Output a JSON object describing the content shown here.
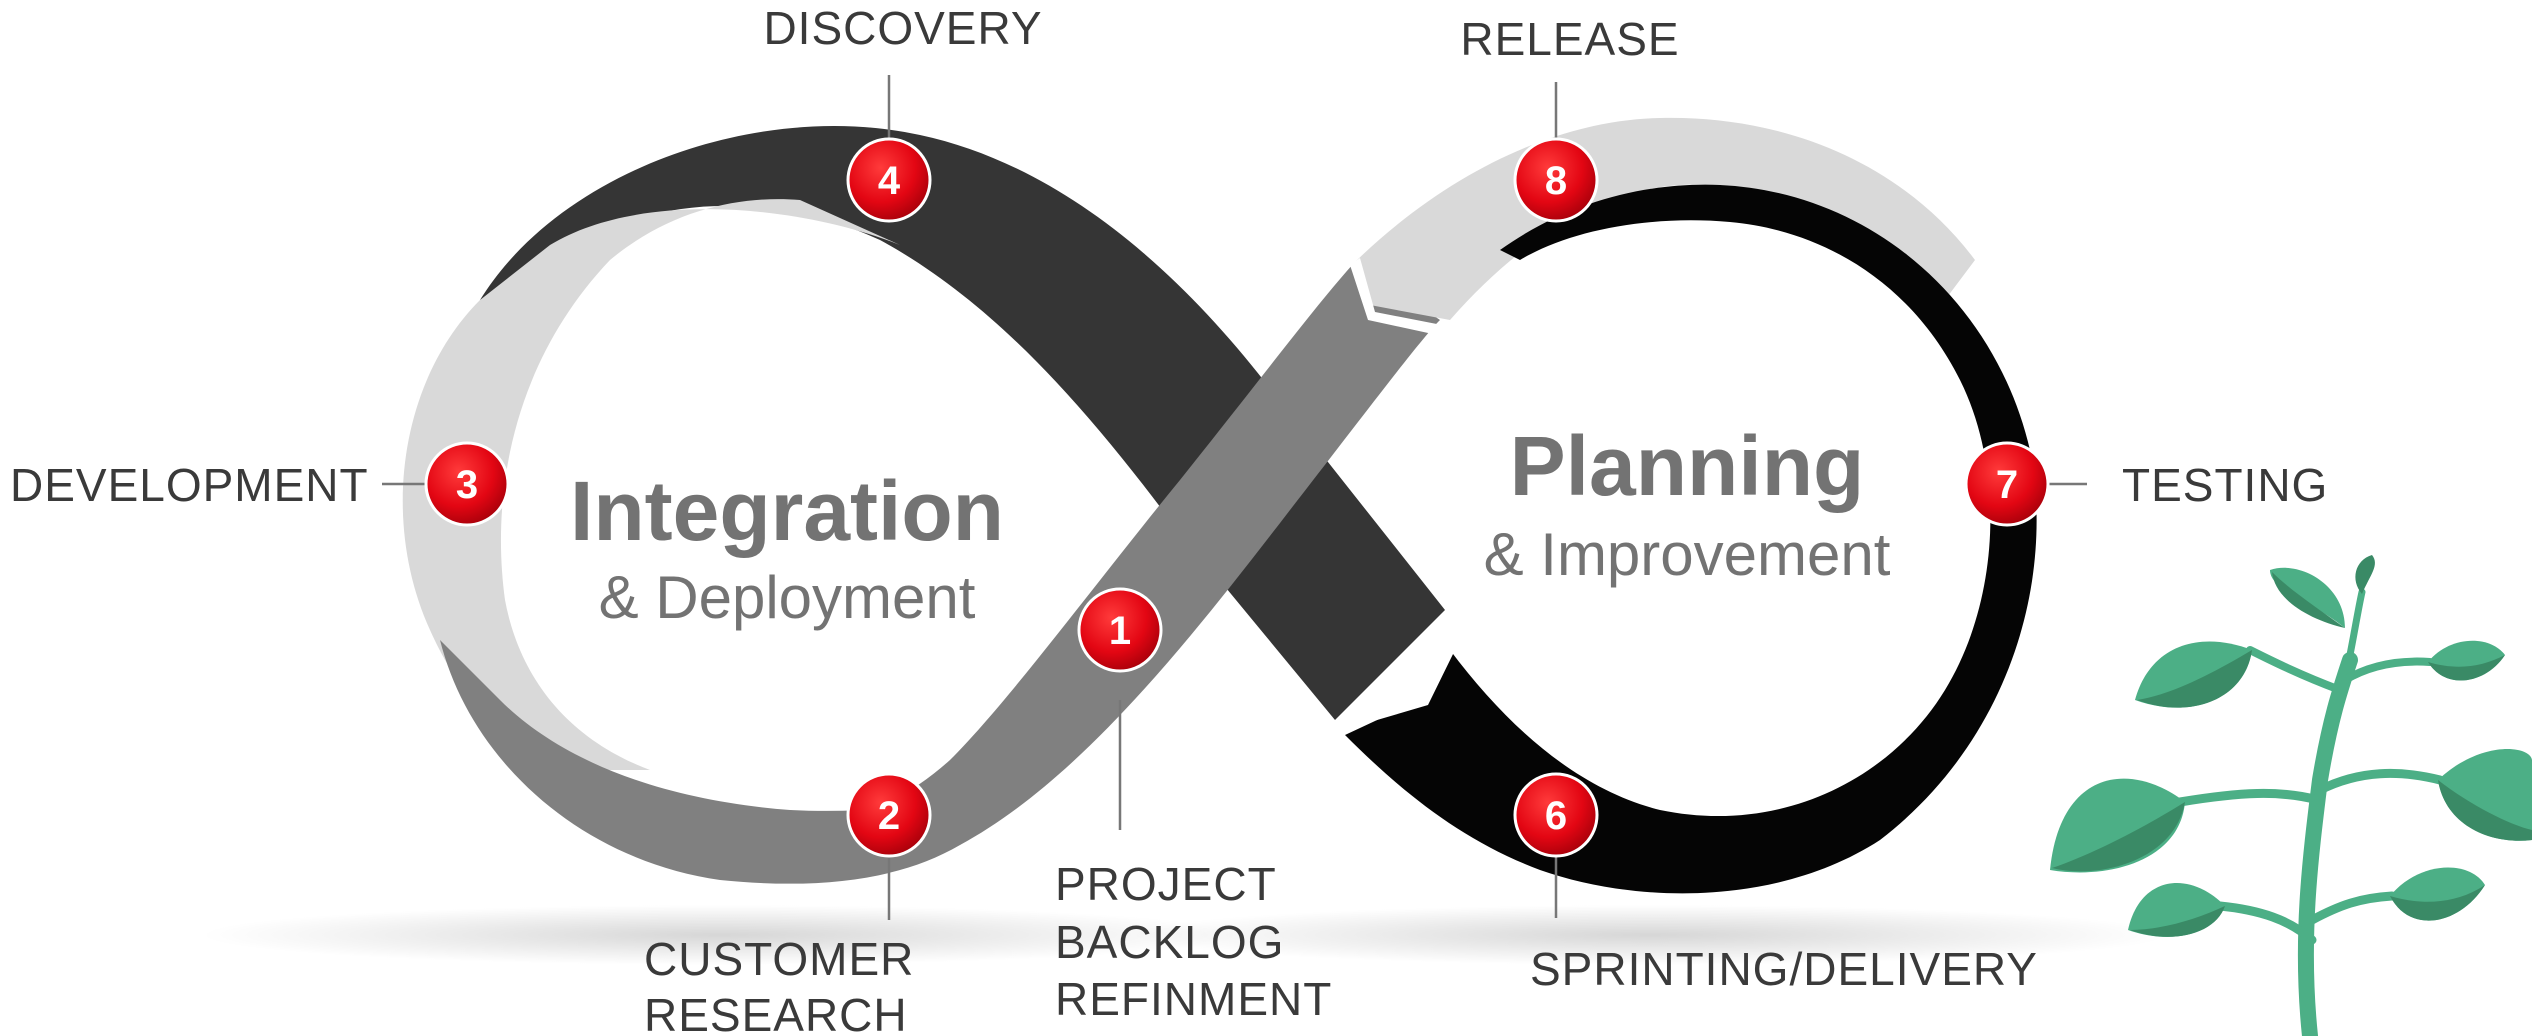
{
  "diagram": {
    "left_loop": {
      "title": "Integration",
      "subtitle": "& Deployment"
    },
    "right_loop": {
      "title": "Planning",
      "subtitle": "& Improvement"
    },
    "stages": [
      {
        "number": "1",
        "lines": [
          "PROJECT",
          "BACKLOG",
          "REFINMENT"
        ]
      },
      {
        "number": "2",
        "lines": [
          "CUSTOMER",
          "RESEARCH"
        ]
      },
      {
        "number": "3",
        "lines": [
          "DEVELOPMENT"
        ]
      },
      {
        "number": "4",
        "lines": [
          "DISCOVERY"
        ]
      },
      {
        "number": "6",
        "lines": [
          "SPRINTING/DELIVERY"
        ]
      },
      {
        "number": "7",
        "lines": [
          "TESTING"
        ]
      },
      {
        "number": "8",
        "lines": [
          "RELEASE"
        ]
      }
    ],
    "colors": {
      "marker_red": "#e30613",
      "band_light_gray": "#d9d9d9",
      "band_mid_gray": "#808080",
      "band_dark_gray": "#353535",
      "band_black": "#050505",
      "leaf_green": "#4caf86",
      "leaf_dark_green": "#3a8a66"
    },
    "decoration": "plant-sprout-icon"
  }
}
